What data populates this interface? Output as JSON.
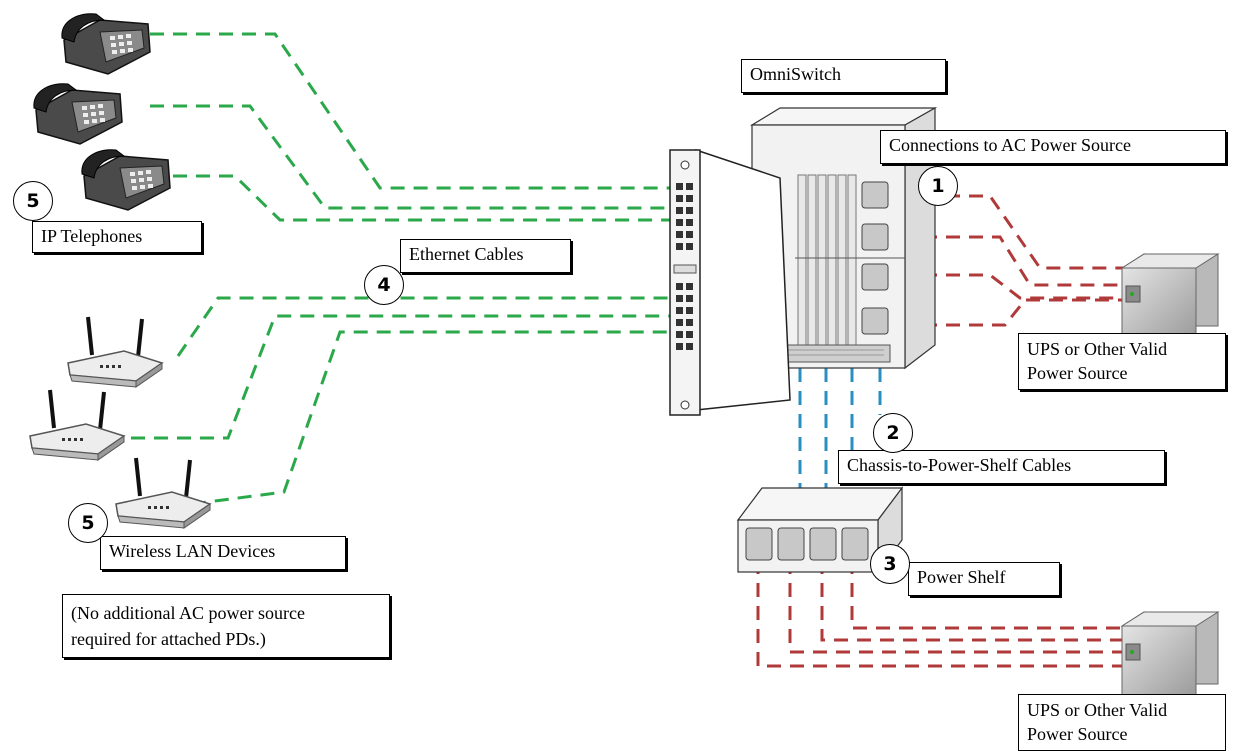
{
  "labels": {
    "omniswitch": "OmniSwitch",
    "ac_connections": "Connections to AC Power Source",
    "ethernet_cables": "Ethernet Cables",
    "ip_telephones": "IP Telephones",
    "wireless": "Wireless LAN Devices",
    "note_line1": "(No additional AC power source",
    "note_line2": "required for attached PDs.)",
    "ups_top_line1": "UPS or Other Valid",
    "ups_top_line2": "Power Source",
    "chassis_cables": "Chassis-to-Power-Shelf Cables",
    "power_shelf": "Power Shelf",
    "ups_bottom_line1": "UPS or Other Valid",
    "ups_bottom_line2": "Power Source"
  },
  "callouts": {
    "c1": "1",
    "c2": "2",
    "c3": "3",
    "c4": "4",
    "c5_phones": "5",
    "c5_wireless": "5"
  },
  "colors": {
    "ethernet_cable": "#2aa84a",
    "power_cable": "#b03a3a",
    "shelf_cable": "#2a8fc0"
  },
  "icons": [
    "ip-telephone-icon",
    "wireless-access-point-icon",
    "ethernet-switch-module-icon",
    "chassis-icon",
    "power-shelf-icon",
    "ups-icon"
  ]
}
